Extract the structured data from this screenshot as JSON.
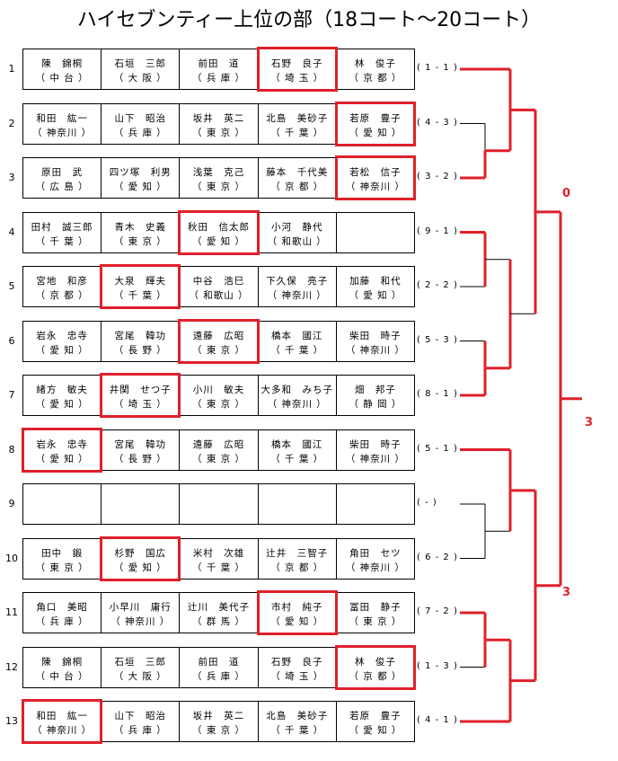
{
  "title": "ハイセブンティー上位の部（18コート～20コート）",
  "rows": [
    {
      "num": "1",
      "score": "( 1 - 1 )",
      "cells": [
        {
          "name": "陳　錦桐",
          "pref": "（ 中 台 ）",
          "win": false
        },
        {
          "name": "石垣　三郎",
          "pref": "（ 大 阪 ）",
          "win": false
        },
        {
          "name": "前田　道",
          "pref": "（ 兵 庫 ）",
          "win": false
        },
        {
          "name": "石野　良子",
          "pref": "（ 埼 玉 ）",
          "win": true
        },
        {
          "name": "林　俊子",
          "pref": "（ 京 都 ）",
          "win": false
        }
      ]
    },
    {
      "num": "2",
      "score": "( 4 - 3 )",
      "cells": [
        {
          "name": "和田　紘一",
          "pref": "（ 神奈川 ）",
          "win": false
        },
        {
          "name": "山下　昭治",
          "pref": "（ 兵 庫 ）",
          "win": false
        },
        {
          "name": "坂井　英二",
          "pref": "（ 東 京 ）",
          "win": false
        },
        {
          "name": "北島　美砂子",
          "pref": "（ 千 葉 ）",
          "win": false
        },
        {
          "name": "若原　豊子",
          "pref": "（ 愛 知 ）",
          "win": true
        }
      ]
    },
    {
      "num": "3",
      "score": "( 3 - 2 )",
      "cells": [
        {
          "name": "原田　武",
          "pref": "（ 広 島 ）",
          "win": false
        },
        {
          "name": "四ツ塚　利男",
          "pref": "（ 愛 知 ）",
          "win": false
        },
        {
          "name": "浅葉　克己",
          "pref": "（ 東 京 ）",
          "win": false
        },
        {
          "name": "藤本　千代美",
          "pref": "（ 京 都 ）",
          "win": false
        },
        {
          "name": "若松　信子",
          "pref": "（ 神奈川 ）",
          "win": true
        }
      ]
    },
    {
      "num": "4",
      "score": "( 9 - 1 )",
      "cells": [
        {
          "name": "田村　誠三郎",
          "pref": "（ 千 葉 ）",
          "win": false
        },
        {
          "name": "青木　史義",
          "pref": "（ 東 京 ）",
          "win": false
        },
        {
          "name": "秋田　信太郎",
          "pref": "（ 愛 知 ）",
          "win": true
        },
        {
          "name": "小河　静代",
          "pref": "（ 和歌山 ）",
          "win": false
        },
        {
          "name": "",
          "pref": "",
          "win": false
        }
      ]
    },
    {
      "num": "5",
      "score": "( 2 - 2 )",
      "cells": [
        {
          "name": "宮地　和彦",
          "pref": "（ 京 都 ）",
          "win": false
        },
        {
          "name": "大泉　輝夫",
          "pref": "（ 千 葉 ）",
          "win": true
        },
        {
          "name": "中谷　浩巳",
          "pref": "（ 和歌山 ）",
          "win": false
        },
        {
          "name": "下久保　亮子",
          "pref": "（ 神奈川 ）",
          "win": false
        },
        {
          "name": "加藤　和代",
          "pref": "（ 愛 知 ）",
          "win": false
        }
      ]
    },
    {
      "num": "6",
      "score": "( 5 - 3 )",
      "cells": [
        {
          "name": "岩永　忠寺",
          "pref": "（ 愛 知 ）",
          "win": false
        },
        {
          "name": "宮尾　韓功",
          "pref": "（ 長 野 ）",
          "win": false
        },
        {
          "name": "遠藤　広昭",
          "pref": "（ 東 京 ）",
          "win": true
        },
        {
          "name": "橋本　國江",
          "pref": "（ 千 葉 ）",
          "win": false
        },
        {
          "name": "柴田　時子",
          "pref": "（ 神奈川 ）",
          "win": false
        }
      ]
    },
    {
      "num": "7",
      "score": "( 8 - 1 )",
      "cells": [
        {
          "name": "緒方　敏夫",
          "pref": "（ 愛 知 ）",
          "win": false
        },
        {
          "name": "井関　せつ子",
          "pref": "（ 埼 玉 ）",
          "win": true
        },
        {
          "name": "小川　敏夫",
          "pref": "（ 東 京 ）",
          "win": false
        },
        {
          "name": "大多和　みち子",
          "pref": "（ 神奈川 ）",
          "win": false
        },
        {
          "name": "畑　邦子",
          "pref": "（ 静 岡 ）",
          "win": false
        }
      ]
    },
    {
      "num": "8",
      "score": "( 5 - 1 )",
      "cells": [
        {
          "name": "岩永　忠寺",
          "pref": "（ 愛 知 ）",
          "win": true
        },
        {
          "name": "宮尾　韓功",
          "pref": "（ 長 野 ）",
          "win": false
        },
        {
          "name": "遠藤　広昭",
          "pref": "（ 東 京 ）",
          "win": false
        },
        {
          "name": "橋本　國江",
          "pref": "（ 千 葉 ）",
          "win": false
        },
        {
          "name": "柴田　時子",
          "pref": "（ 神奈川 ）",
          "win": false
        }
      ]
    },
    {
      "num": "9",
      "score": "(  -  )",
      "cells": [
        {
          "name": "",
          "pref": "",
          "win": false
        },
        {
          "name": "",
          "pref": "",
          "win": false
        },
        {
          "name": "",
          "pref": "",
          "win": false
        },
        {
          "name": "",
          "pref": "",
          "win": false
        },
        {
          "name": "",
          "pref": "",
          "win": false
        }
      ]
    },
    {
      "num": "10",
      "score": "( 6 - 2 )",
      "cells": [
        {
          "name": "田中　鍛",
          "pref": "（ 東 京 ）",
          "win": false
        },
        {
          "name": "杉野　国広",
          "pref": "（ 愛 知 ）",
          "win": true
        },
        {
          "name": "米村　次雄",
          "pref": "（ 千 葉 ）",
          "win": false
        },
        {
          "name": "辻井　三智子",
          "pref": "（ 京 都 ）",
          "win": false
        },
        {
          "name": "角田　セツ",
          "pref": "（ 神奈川 ）",
          "win": false
        }
      ]
    },
    {
      "num": "11",
      "score": "( 7 - 2 )",
      "cells": [
        {
          "name": "角口　美昭",
          "pref": "（ 兵 庫 ）",
          "win": false
        },
        {
          "name": "小早川　庸行",
          "pref": "（ 神奈川 ）",
          "win": false
        },
        {
          "name": "辻川　美代子",
          "pref": "（ 群 馬 ）",
          "win": false
        },
        {
          "name": "市村　純子",
          "pref": "（ 愛 知 ）",
          "win": true
        },
        {
          "name": "冨田　静子",
          "pref": "（ 東 京 ）",
          "win": false
        }
      ]
    },
    {
      "num": "12",
      "score": "( 1 - 3 )",
      "cells": [
        {
          "name": "陳　錦桐",
          "pref": "（ 中 台 ）",
          "win": false
        },
        {
          "name": "石垣　三郎",
          "pref": "（ 大 阪 ）",
          "win": false
        },
        {
          "name": "前田　道",
          "pref": "（ 兵 庫 ）",
          "win": false
        },
        {
          "name": "石野　良子",
          "pref": "（ 埼 玉 ）",
          "win": false
        },
        {
          "name": "林　俊子",
          "pref": "（ 京 都 ）",
          "win": true
        }
      ]
    },
    {
      "num": "13",
      "score": "( 4 - 1 )",
      "cells": [
        {
          "name": "和田　紘一",
          "pref": "（ 神奈川 ）",
          "win": true
        },
        {
          "name": "山下　昭治",
          "pref": "（ 兵 庫 ）",
          "win": false
        },
        {
          "name": "坂井　英二",
          "pref": "（ 東 京 ）",
          "win": false
        },
        {
          "name": "北島　美砂子",
          "pref": "（ 千 葉 ）",
          "win": false
        },
        {
          "name": "若原　豊子",
          "pref": "（ 愛 知 ）",
          "win": false
        }
      ]
    }
  ],
  "round_scores": [
    {
      "label": "0"
    },
    {
      "label": "3"
    },
    {
      "label": "3"
    }
  ],
  "colors": {
    "highlight": "#e0202a",
    "line": "#000000"
  }
}
